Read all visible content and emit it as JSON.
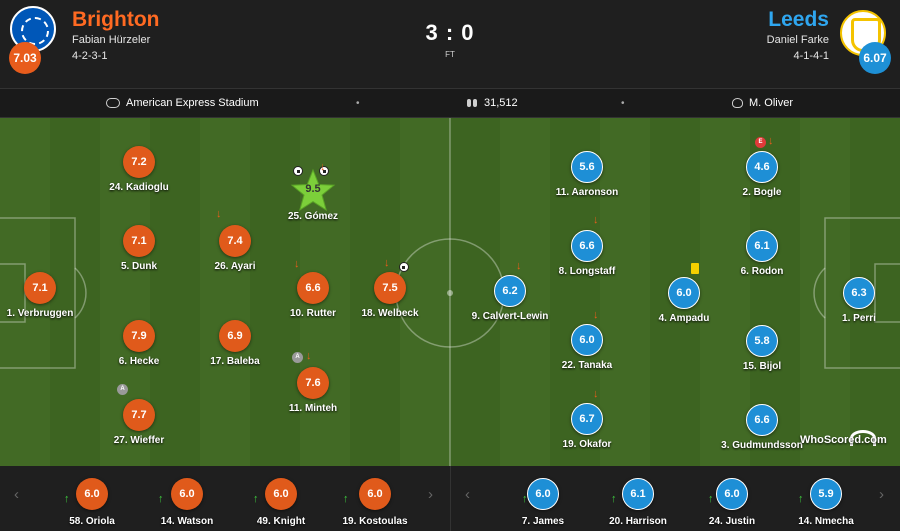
{
  "match": {
    "score": "3 : 0",
    "status": "FT"
  },
  "home": {
    "name": "Brighton",
    "manager": "Fabian Hürzeler",
    "formation": "4-2-3-1",
    "rating": "7.03",
    "color": "#e05a1b"
  },
  "away": {
    "name": "Leeds",
    "manager": "Daniel Farke",
    "formation": "4-1-4-1",
    "rating": "6.07",
    "color": "#1e8fd6"
  },
  "info": {
    "stadium": "American Express Stadium",
    "attendance": "31,512",
    "referee": "M. Oliver"
  },
  "home_players": [
    {
      "id": "kadioglu",
      "label": "24. Kadioglu",
      "rating": "7.2"
    },
    {
      "id": "dunk",
      "label": "5. Dunk",
      "rating": "7.1"
    },
    {
      "id": "verbruggen",
      "label": "1. Verbruggen",
      "rating": "7.1"
    },
    {
      "id": "hecke",
      "label": "6. Hecke",
      "rating": "7.9"
    },
    {
      "id": "wieffer",
      "label": "27. Wieffer",
      "rating": "7.7"
    },
    {
      "id": "ayari",
      "label": "26. Ayari",
      "rating": "7.4"
    },
    {
      "id": "baleba",
      "label": "17. Baleba",
      "rating": "6.9"
    },
    {
      "id": "gomez",
      "label": "25. Gómez",
      "rating": "9.5"
    },
    {
      "id": "rutter",
      "label": "10. Rutter",
      "rating": "6.6"
    },
    {
      "id": "minteh",
      "label": "11. Minteh",
      "rating": "7.6"
    },
    {
      "id": "welbeck",
      "label": "18. Welbeck",
      "rating": "7.5"
    }
  ],
  "away_players": [
    {
      "id": "calvert-lewin",
      "label": "9. Calvert-Lewin",
      "rating": "6.2"
    },
    {
      "id": "aaronson",
      "label": "11. Aaronson",
      "rating": "5.6"
    },
    {
      "id": "longstaff",
      "label": "8. Longstaff",
      "rating": "6.6"
    },
    {
      "id": "tanaka",
      "label": "22. Tanaka",
      "rating": "6.0"
    },
    {
      "id": "okafor",
      "label": "19. Okafor",
      "rating": "6.7"
    },
    {
      "id": "ampadu",
      "label": "4. Ampadu",
      "rating": "6.0"
    },
    {
      "id": "bogle",
      "label": "2. Bogle",
      "rating": "4.6"
    },
    {
      "id": "rodon",
      "label": "6. Rodon",
      "rating": "6.1"
    },
    {
      "id": "bijol",
      "label": "15. Bijol",
      "rating": "5.8"
    },
    {
      "id": "gudmundsson",
      "label": "3. Gudmundsson",
      "rating": "6.6"
    },
    {
      "id": "perri",
      "label": "1. Perri",
      "rating": "6.3"
    }
  ],
  "home_bench": [
    {
      "id": "oriola",
      "label": "58. Oriola",
      "rating": "6.0"
    },
    {
      "id": "watson",
      "label": "14. Watson",
      "rating": "6.0"
    },
    {
      "id": "knight",
      "label": "49. Knight",
      "rating": "6.0"
    },
    {
      "id": "kostoulas",
      "label": "19. Kostoulas",
      "rating": "6.0"
    }
  ],
  "away_bench": [
    {
      "id": "james",
      "label": "7. James",
      "rating": "6.0"
    },
    {
      "id": "harrison",
      "label": "20. Harrison",
      "rating": "6.1"
    },
    {
      "id": "justin",
      "label": "24. Justin",
      "rating": "6.0"
    },
    {
      "id": "nmecha",
      "label": "14. Nmecha",
      "rating": "5.9"
    }
  ],
  "badges": {
    "captain": "A",
    "red_event": "E",
    "sub_off_arrow": "↓",
    "sub_on_arrow": "↑",
    "prev_arrow": "‹",
    "next_arrow": "›",
    "dot": "•"
  },
  "watermark": "WhoScored.com"
}
